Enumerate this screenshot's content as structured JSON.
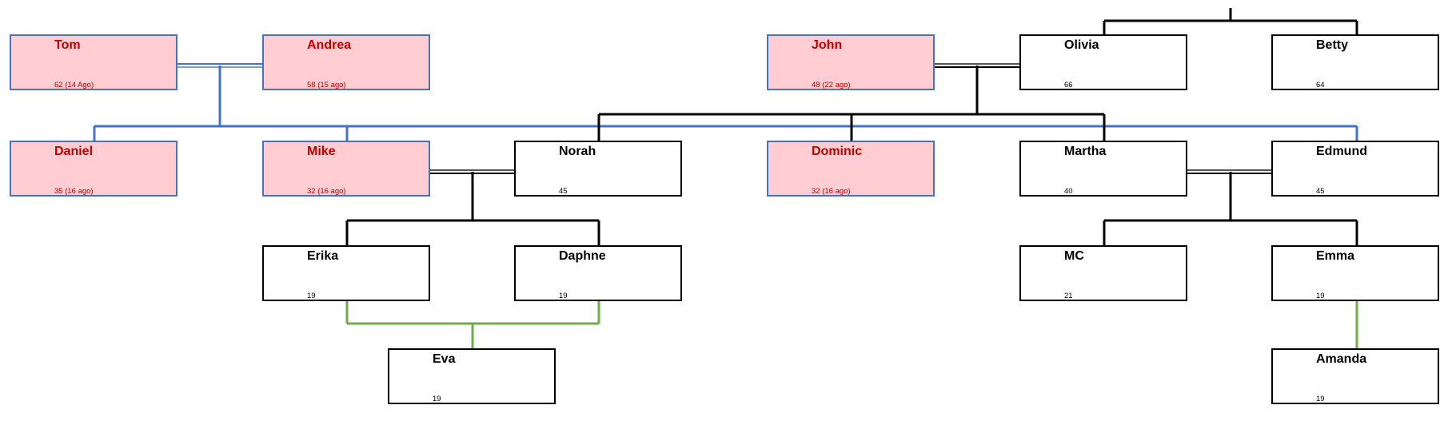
{
  "colors": {
    "deceased_fill": "#ffcdd2",
    "deceased_text": "#c00000",
    "line_blue": "#4472c4",
    "line_black": "#000000",
    "line_green": "#70ad47"
  },
  "people": {
    "tom": {
      "name": "Tom",
      "age": "62 (14 Ago)",
      "deceased": true
    },
    "andrea": {
      "name": "Andrea",
      "age": "58 (15 ago)",
      "deceased": true
    },
    "john": {
      "name": "John",
      "age": "48 (22 ago)",
      "deceased": true
    },
    "olivia": {
      "name": "Olivia",
      "age": "66",
      "deceased": false
    },
    "betty": {
      "name": "Betty",
      "age": "64",
      "deceased": false
    },
    "daniel": {
      "name": "Daniel",
      "age": "35 (16 ago)",
      "deceased": true
    },
    "mike": {
      "name": "Mike",
      "age": "32 (16 ago)",
      "deceased": true
    },
    "norah": {
      "name": "Norah",
      "age": "45",
      "deceased": false
    },
    "dominic": {
      "name": "Dominic",
      "age": "32 (16 ago)",
      "deceased": true
    },
    "martha": {
      "name": "Martha",
      "age": "40",
      "deceased": false
    },
    "edmund": {
      "name": "Edmund",
      "age": "45",
      "deceased": false
    },
    "erika": {
      "name": "Erika",
      "age": "19",
      "deceased": false
    },
    "daphne": {
      "name": "Daphne",
      "age": "19",
      "deceased": false
    },
    "mc": {
      "name": "MC",
      "age": "21",
      "deceased": false
    },
    "emma": {
      "name": "Emma",
      "age": "19",
      "deceased": false
    },
    "eva": {
      "name": "Eva",
      "age": "19",
      "deceased": false
    },
    "amanda": {
      "name": "Amanda",
      "age": "19",
      "deceased": false
    }
  }
}
